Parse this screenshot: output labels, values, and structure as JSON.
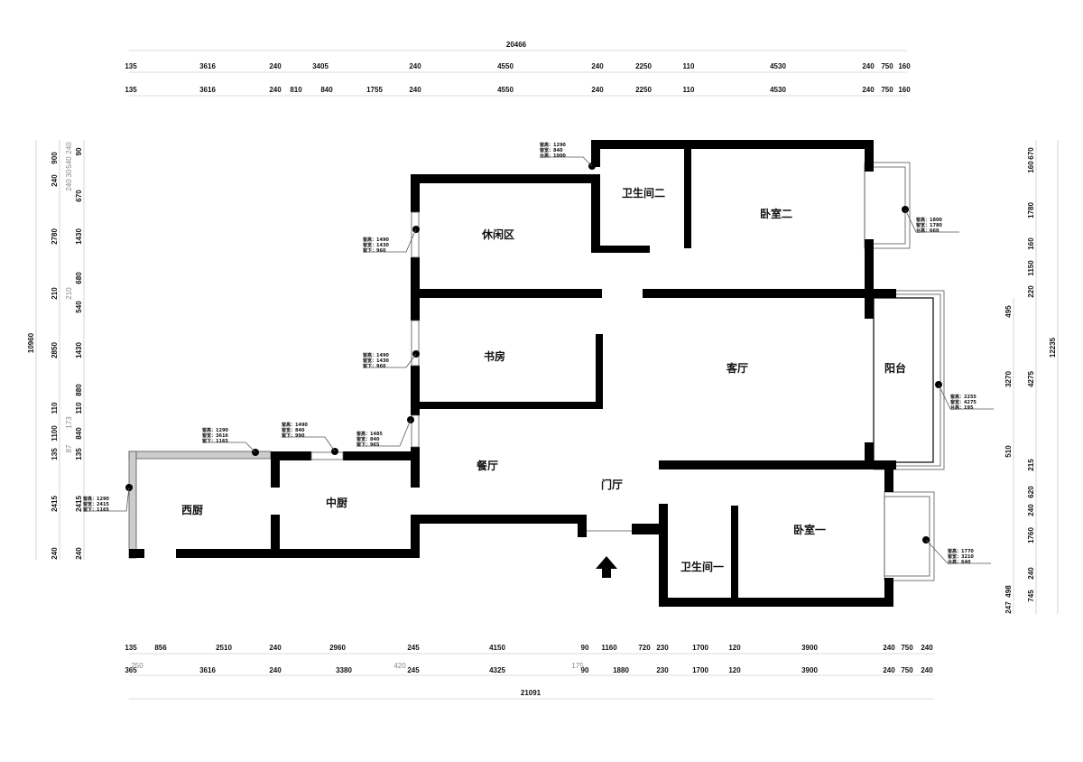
{
  "rooms": {
    "bathroom2": "卫生间二",
    "bedroom2": "卧室二",
    "leisure": "休闲区",
    "study": "书房",
    "living": "客厅",
    "balcony": "阳台",
    "dining": "餐厅",
    "foyer": "门厅",
    "west_kitchen": "西厨",
    "middle_kitchen": "中厨",
    "bathroom1": "卫生间一",
    "bedroom1": "卧室一"
  },
  "dimensions": {
    "top_total": "20466",
    "top_row1": [
      "135",
      "3616",
      "240",
      "3405",
      "240",
      "4550",
      "240",
      "2250",
      "110",
      "4530",
      "240",
      "750",
      "160"
    ],
    "top_row2": [
      "135",
      "3616",
      "240",
      "810",
      "840",
      "1755",
      "240",
      "4550",
      "240",
      "2250",
      "110",
      "4530",
      "240",
      "750",
      "160"
    ],
    "bottom_row1": [
      "135",
      "856",
      "2510",
      "240",
      "2960",
      "245",
      "4150",
      "90",
      "1160",
      "720",
      "230",
      "1700",
      "120",
      "3900",
      "240",
      "750",
      "240"
    ],
    "bottom_row2": [
      "365",
      "3616",
      "240",
      "3380",
      "245",
      "4325",
      "90",
      "1880",
      "230",
      "1700",
      "120",
      "3900",
      "240",
      "750",
      "240"
    ],
    "bottom_gray": [
      "250",
      "420",
      "175"
    ],
    "bottom_total": "21091",
    "left_total": "10960",
    "left_col1": [
      "900",
      "240",
      "2780",
      "210",
      "2850",
      "110",
      "1100",
      "135",
      "2415",
      "240"
    ],
    "left_col2": [
      "90",
      "670",
      "1430",
      "680",
      "540",
      "1430",
      "880",
      "110",
      "840",
      "135",
      "2415",
      "240"
    ],
    "left_gray": [
      "240",
      "540",
      "30",
      "240",
      "210",
      "173",
      "87"
    ],
    "right_col1": [
      "670",
      "160",
      "1780",
      "160",
      "1150",
      "220",
      "4275",
      "215",
      "620",
      "240",
      "1760",
      "240",
      "745"
    ],
    "right_col2": [
      "495",
      "3270",
      "510",
      "498",
      "247"
    ],
    "right_total": "12235"
  },
  "windows": [
    {
      "l1": "窗高：1290",
      "l2": "窗宽：840",
      "l3": "台高：1000"
    },
    {
      "l1": "窗高：1490",
      "l2": "窗宽：1430",
      "l3": "窗下：960"
    },
    {
      "l1": "窗高：1490",
      "l2": "窗宽：1430",
      "l3": "窗下：960"
    },
    {
      "l1": "窗高：1290",
      "l2": "窗宽：3616",
      "l3": "窗下：1165"
    },
    {
      "l1": "窗高：1490",
      "l2": "窗宽：840",
      "l3": "窗下：990"
    },
    {
      "l1": "窗高：1485",
      "l2": "窗宽：840",
      "l3": "窗下：965"
    },
    {
      "l1": "窗高：1290",
      "l2": "窗宽：2415",
      "l3": "窗下：1165"
    },
    {
      "l1": "窗高：1800",
      "l2": "窗宽：1780",
      "l3": "台高：660"
    },
    {
      "l1": "窗高：2255",
      "l2": "窗宽：4275",
      "l3": "台高：195"
    },
    {
      "l1": "窗高：1770",
      "l2": "窗宽：3210",
      "l3": "台高：640"
    }
  ]
}
